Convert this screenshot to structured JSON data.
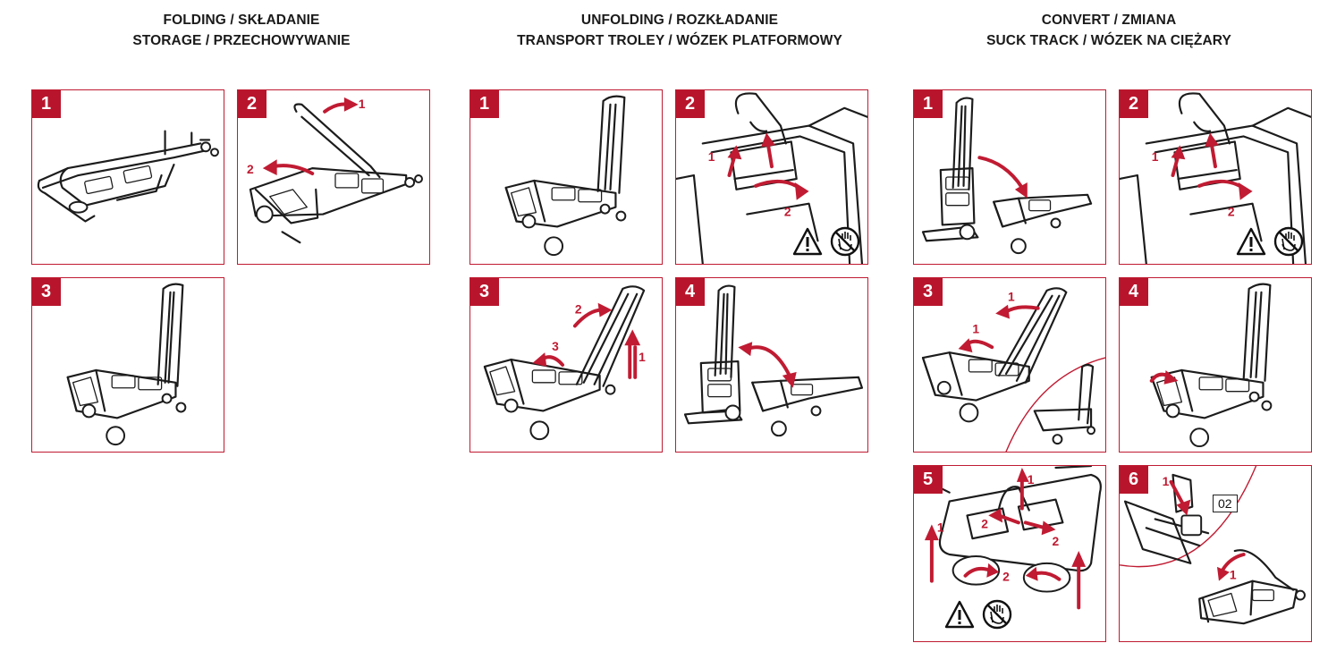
{
  "sections": [
    {
      "line1": "FOLDING / SKŁADANIE",
      "line2": "STORAGE / PRZECHOWYWANIE"
    },
    {
      "line1": "UNFOLDING / ROZKŁADANIE",
      "line2": "TRANSPORT TROLEY / WÓZEK PLATFORMOWY"
    },
    {
      "line1": "CONVERT / ZMIANA",
      "line2": "SUCK TRACK / WÓZEK NA CIĘŻARY"
    }
  ],
  "steps": {
    "folding": [
      "1",
      "2",
      "3"
    ],
    "unfolding": [
      "1",
      "2",
      "3",
      "4"
    ],
    "convert": [
      "1",
      "2",
      "3",
      "4",
      "5",
      "6"
    ]
  },
  "arrow_labels": {
    "one": "1",
    "two": "2",
    "three": "3"
  },
  "part_code": "02",
  "icons": [
    "warning-triangle-icon",
    "no-gloves-hand-icon"
  ],
  "colors": {
    "accent": "#c01b32",
    "badge": "#b8152c",
    "line": "#1c1c1c"
  }
}
